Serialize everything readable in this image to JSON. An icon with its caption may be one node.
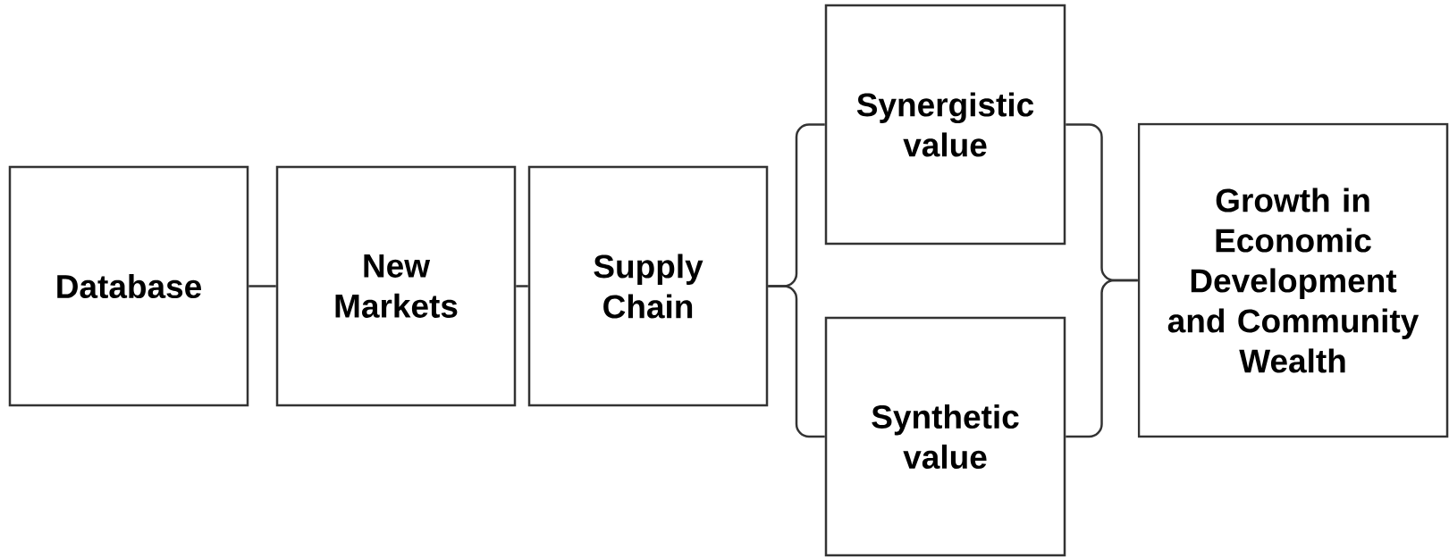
{
  "diagram": {
    "nodes": [
      {
        "text": [
          "Database"
        ]
      },
      {
        "text": [
          "New Markets"
        ]
      },
      {
        "text": [
          "Supply Chain"
        ]
      },
      {
        "text": [
          "Synergistic value"
        ]
      },
      {
        "text": [
          "Synthetic value"
        ]
      },
      {
        "text": [
          "Growth in Economic Development and Community Wealth"
        ]
      }
    ],
    "edges": [
      {
        "from": 0,
        "to": 1,
        "arrow": "none"
      },
      {
        "from": 1,
        "to": 2,
        "arrow": "none"
      },
      {
        "from": 2,
        "to": 3,
        "arrow": "none"
      },
      {
        "from": 2,
        "to": 4,
        "arrow": "none"
      },
      {
        "from": 3,
        "to": 5,
        "arrow": "none"
      },
      {
        "from": 4,
        "to": 5,
        "arrow": "none"
      }
    ]
  }
}
